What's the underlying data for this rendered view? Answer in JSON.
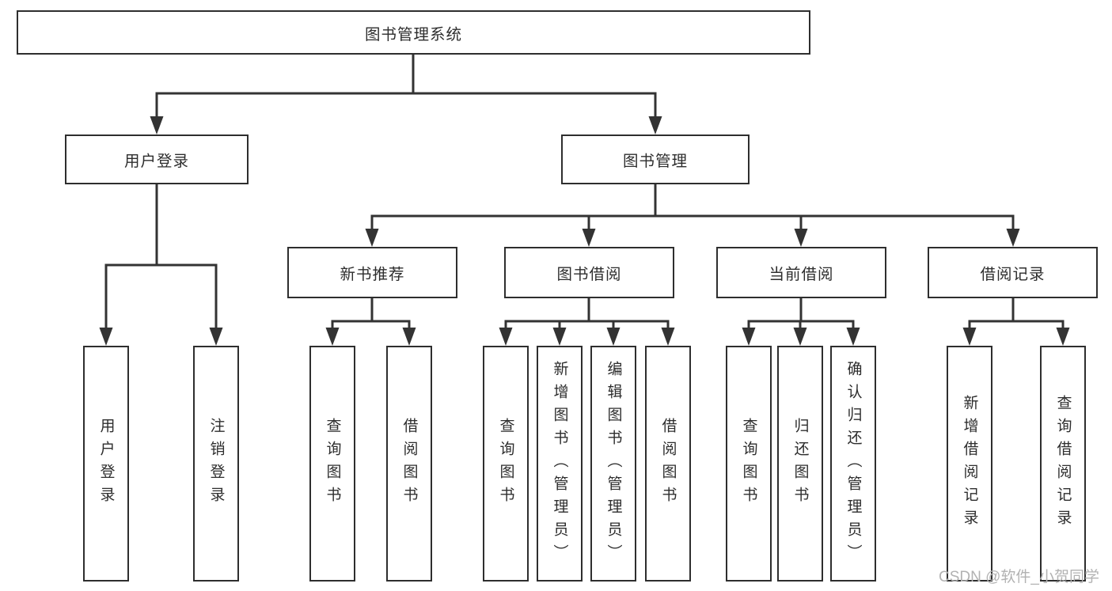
{
  "root": {
    "label": "图书管理系统"
  },
  "level1": {
    "user_login": {
      "label": "用户登录"
    },
    "book_management": {
      "label": "图书管理"
    }
  },
  "level2": {
    "new_book_recommend": {
      "label": "新书推荐"
    },
    "book_borrow": {
      "label": "图书借阅"
    },
    "current_borrow": {
      "label": "当前借阅"
    },
    "borrow_record": {
      "label": "借阅记录"
    }
  },
  "leaves": [
    "用户登录",
    "注销登录",
    "查询图书",
    "借阅图书",
    "查询图书",
    "新增图书（管理员）",
    "编辑图书（管理员）",
    "借阅图书",
    "查询图书",
    "归还图书",
    "确认归还（管理员）",
    "新增借阅记录",
    "查询借阅记录"
  ],
  "watermark": "CSDN @软件_小贺同学",
  "colors": {
    "line": "#333333",
    "border": "#2e2e2e",
    "text": "#2d2d2d",
    "watermark": "#b2b2b2",
    "background": "#ffffff"
  }
}
